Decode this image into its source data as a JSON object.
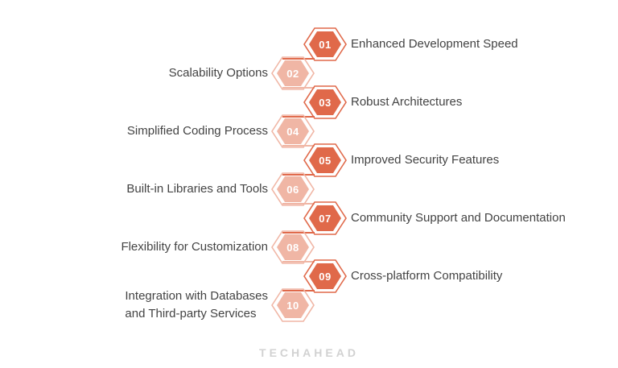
{
  "title": "Benefits of web development frameworks infographic",
  "colors": {
    "dark": "#e0694a",
    "light": "#f0b6a5",
    "text": "#434343",
    "logo": "#d2d2d2"
  },
  "items": [
    {
      "num": "01",
      "label": "Enhanced Development Speed",
      "side": "right",
      "tone": "dark"
    },
    {
      "num": "02",
      "label": "Scalability Options",
      "side": "left",
      "tone": "light"
    },
    {
      "num": "03",
      "label": "Robust Architectures",
      "side": "right",
      "tone": "dark"
    },
    {
      "num": "04",
      "label": "Simplified Coding Process",
      "side": "left",
      "tone": "light"
    },
    {
      "num": "05",
      "label": "Improved Security Features",
      "side": "right",
      "tone": "dark"
    },
    {
      "num": "06",
      "label": "Built-in Libraries and Tools",
      "side": "left",
      "tone": "light"
    },
    {
      "num": "07",
      "label": "Community Support and Documentation",
      "side": "right",
      "tone": "dark"
    },
    {
      "num": "08",
      "label": "Flexibility for Customization",
      "side": "left",
      "tone": "light"
    },
    {
      "num": "09",
      "label": "Cross-platform Compatibility",
      "side": "right",
      "tone": "dark"
    },
    {
      "num": "10",
      "label": "Integration with Databases\nand Third-party Services",
      "side": "left",
      "tone": "light"
    }
  ],
  "footer": {
    "logo_text": "TECHAHEAD"
  }
}
